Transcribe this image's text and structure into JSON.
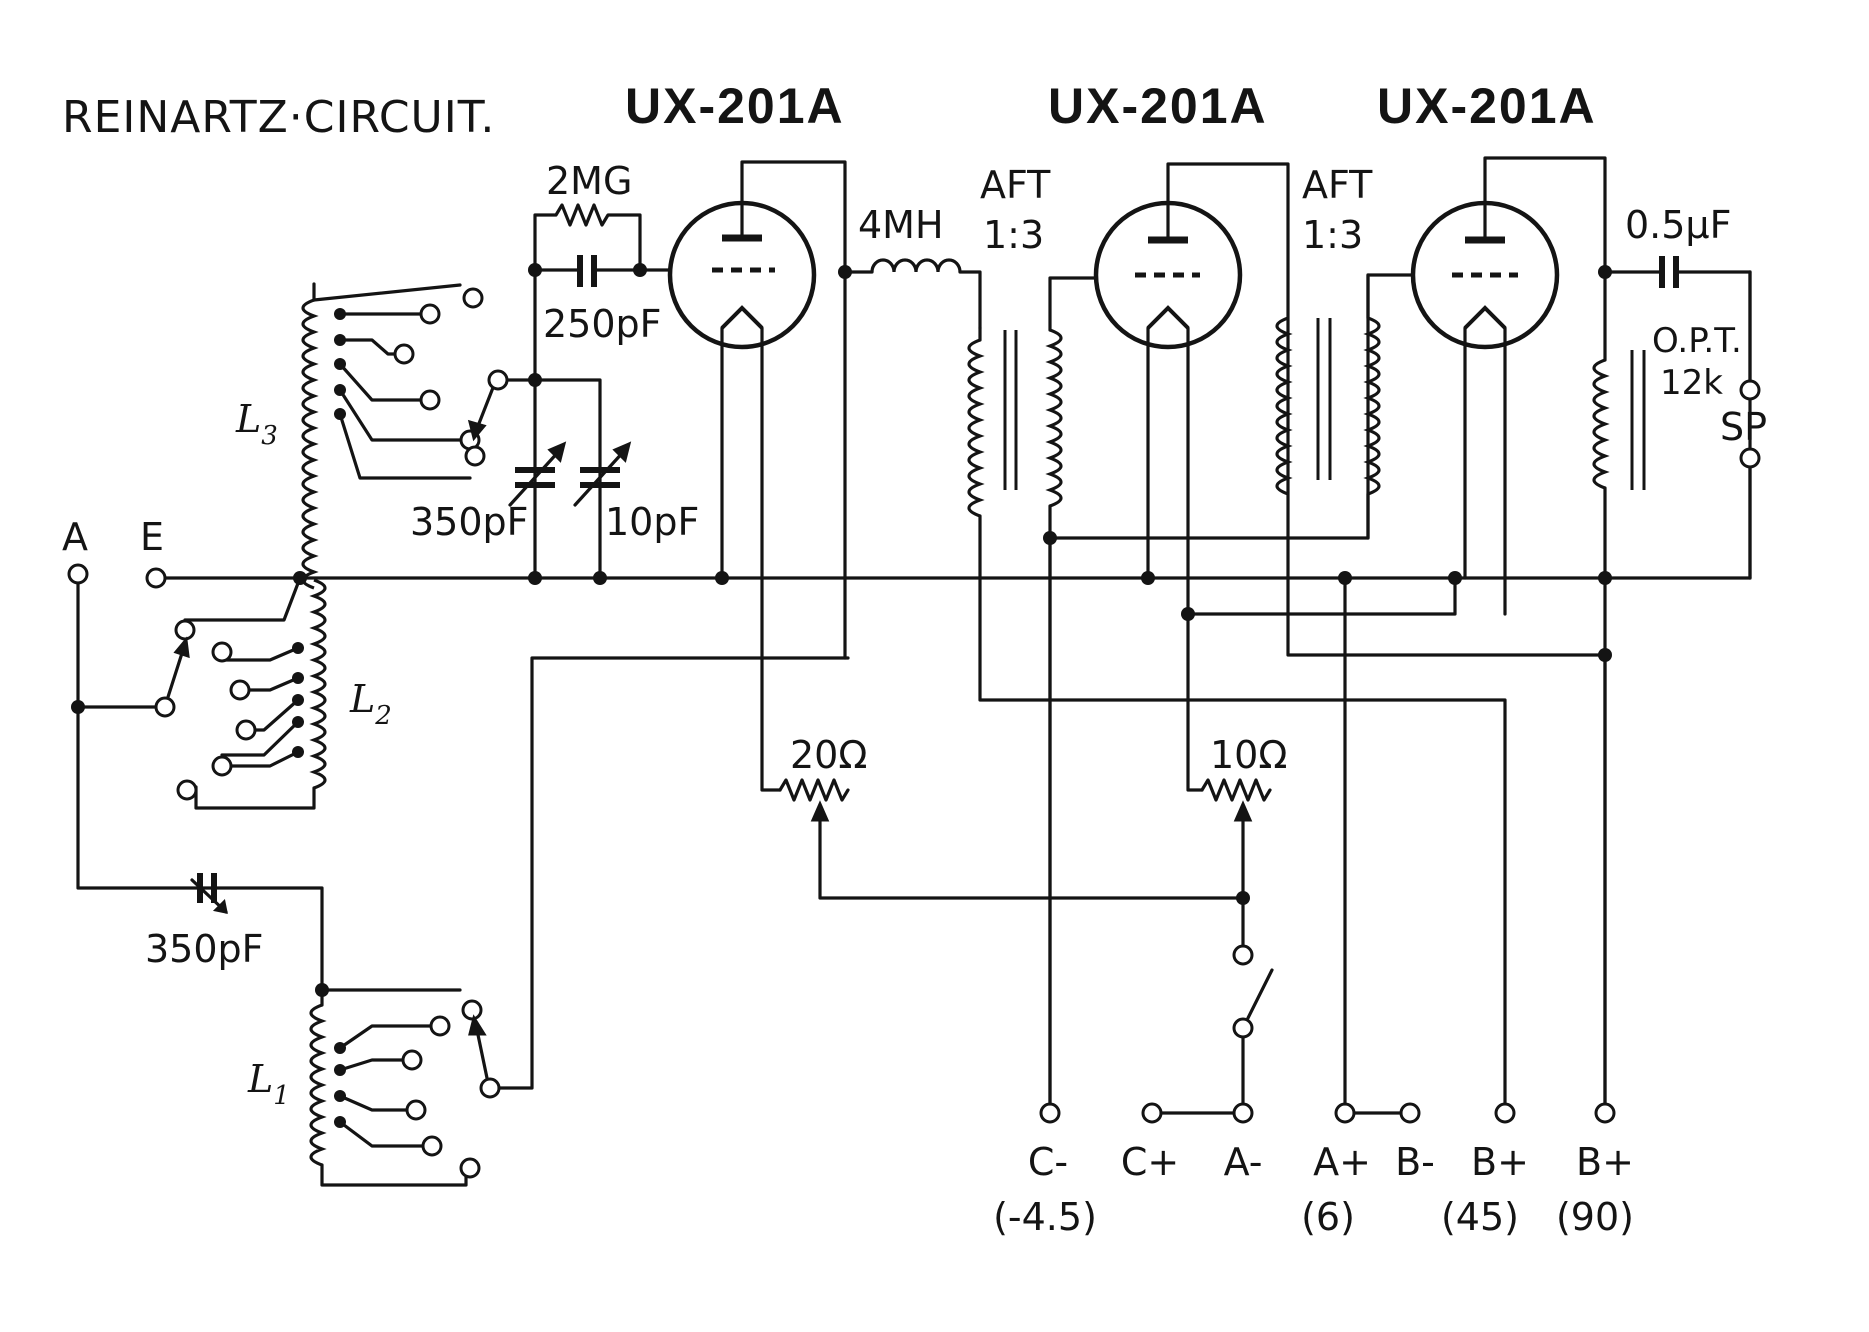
{
  "title": "REINARTZ·CIRCUIT.",
  "tubes": [
    "UX-201A",
    "UX-201A",
    "UX-201A"
  ],
  "coils": {
    "l3": {
      "letter": "L",
      "sub": "3"
    },
    "l2": {
      "letter": "L",
      "sub": "2"
    },
    "l1": {
      "letter": "L",
      "sub": "1"
    }
  },
  "components": {
    "grid_leak": "2MG",
    "grid_cap": "250pF",
    "tuning_cap": "350pF",
    "trim_cap": "10pF",
    "antenna_cap": "350pF",
    "choke": "4MH",
    "aft1_name": "AFT",
    "aft1_ratio": "1:3",
    "aft2_name": "AFT",
    "aft2_ratio": "1:3",
    "out_cap": "0.5μF",
    "opt_name": "O.P.T.",
    "opt_imp": "12k",
    "speaker": "SP",
    "rheo1": "20Ω",
    "rheo2": "10Ω"
  },
  "inputs": {
    "antenna": "A",
    "earth": "E"
  },
  "terminals": [
    {
      "label": "C-",
      "value": "(-4.5)"
    },
    {
      "label": "C+",
      "value": ""
    },
    {
      "label": "A-",
      "value": ""
    },
    {
      "label": "A+",
      "value": "(6)"
    },
    {
      "label": "B-",
      "value": ""
    },
    {
      "label": "B+",
      "value": "(45)"
    },
    {
      "label": "B+",
      "value": "(90)"
    }
  ]
}
